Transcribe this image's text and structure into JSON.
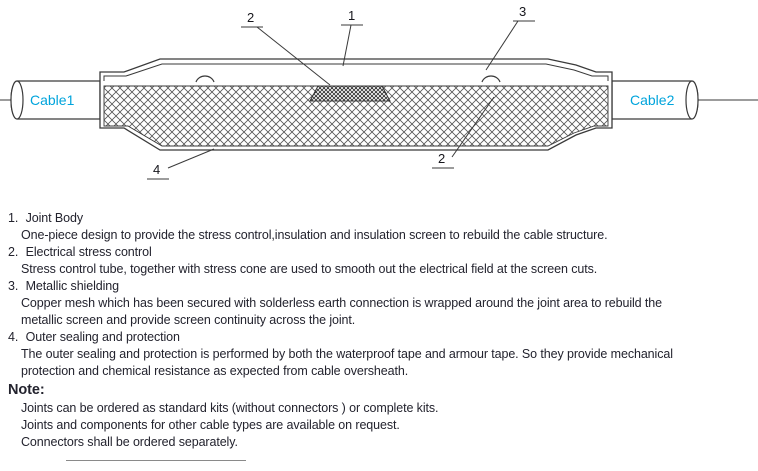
{
  "diagram": {
    "cable1_label": "Cable1",
    "cable2_label": "Cable2",
    "label_color": "#00a4dc",
    "line_color": "#3a3a3a",
    "callouts": {
      "c1": "1",
      "c2_top": "2",
      "c2_bottom": "2",
      "c3": "3",
      "c4": "4"
    }
  },
  "list": {
    "items": [
      {
        "num": "1.",
        "title": "Joint Body",
        "body": [
          "One-piece design to provide the stress control,insulation and insulation screen to rebuild the cable structure."
        ]
      },
      {
        "num": "2.",
        "title": "Electrical stress control",
        "body": [
          "Stress control tube, together with stress cone are used to smooth out the electrical field at the screen cuts."
        ]
      },
      {
        "num": "3.",
        "title": "Metallic shielding",
        "body": [
          "Copper mesh which has been secured with solderless earth connection is wrapped around the joint area to rebuild the",
          "metallic screen and provide screen continuity across the joint."
        ]
      },
      {
        "num": "4.",
        "title": "Outer sealing and protection",
        "body": [
          "The outer sealing and protection is performed by both the waterproof tape and armour tape. So they provide mechanical",
          "protection and chemical resistance as expected from cable oversheath."
        ]
      }
    ]
  },
  "note": {
    "title": "Note:",
    "lines": [
      "Joints can be ordered as standard kits (without connectors ) or complete kits.",
      "Joints and components for other cable types are available on request.",
      "Connectors shall be ordered separately."
    ]
  }
}
